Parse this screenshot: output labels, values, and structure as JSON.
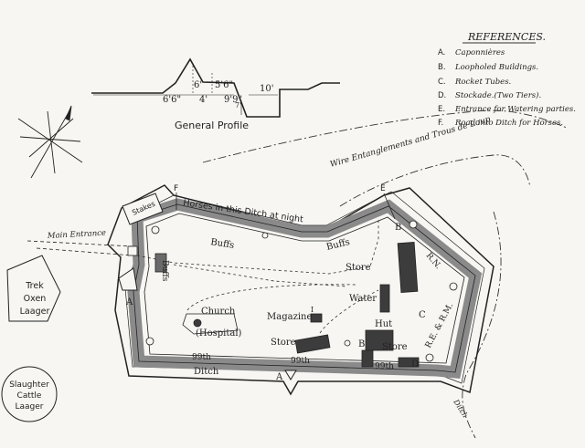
{
  "references": {
    "title": "REFERENCES.",
    "items": [
      {
        "key": "A.",
        "text": "Caponnières"
      },
      {
        "key": "B.",
        "text": "Loopholed Buildings."
      },
      {
        "key": "C.",
        "text": "Rocket Tubes."
      },
      {
        "key": "D.",
        "text": "Stockade.(Two Tiers)."
      },
      {
        "key": "E.",
        "text": "Entrance for Watering parties."
      },
      {
        "key": "F.",
        "text": "Road into Ditch for Horses."
      }
    ]
  },
  "profile": {
    "title": "General Profile",
    "dims": {
      "d1": "6'6\"",
      "d2": "4'",
      "d3": "9'9\"",
      "h1": "6'",
      "h2": "5'6\"",
      "ditch": "10'",
      "depth": "7'"
    }
  },
  "labels": {
    "wire": "Wire Entanglements and Trous de Loup",
    "horses_ditch": "Horses in this Ditch at night",
    "stakes": "Stakes",
    "main_entrance": "Main Entrance",
    "buffs_top": "Buffs",
    "buffs_top2": "Buffs",
    "buffs_left": "Buffs",
    "rn": "R.N.",
    "re_rm": "R.E. & R.M.",
    "store1": "Store",
    "water": "Water",
    "church": "Church",
    "hospital": "(Hospital)",
    "magazine": "Magazine",
    "hut": "Hut",
    "store2": "Store",
    "store3": "Store",
    "ninety_ninth_1": "99th",
    "ninety_ninth_2": "99th",
    "ninety_ninth_3": "99th",
    "ditch_bottom": "Ditch",
    "ditch_right": "Ditch",
    "trek": [
      "Trek",
      "Oxen",
      "Laager"
    ],
    "slaughter": [
      "Slaughter",
      "Cattle",
      "Laager"
    ],
    "letters": {
      "A": "A",
      "B": "B",
      "C": "C",
      "D": "D",
      "E": "E",
      "F": "F",
      "I": "I"
    }
  }
}
